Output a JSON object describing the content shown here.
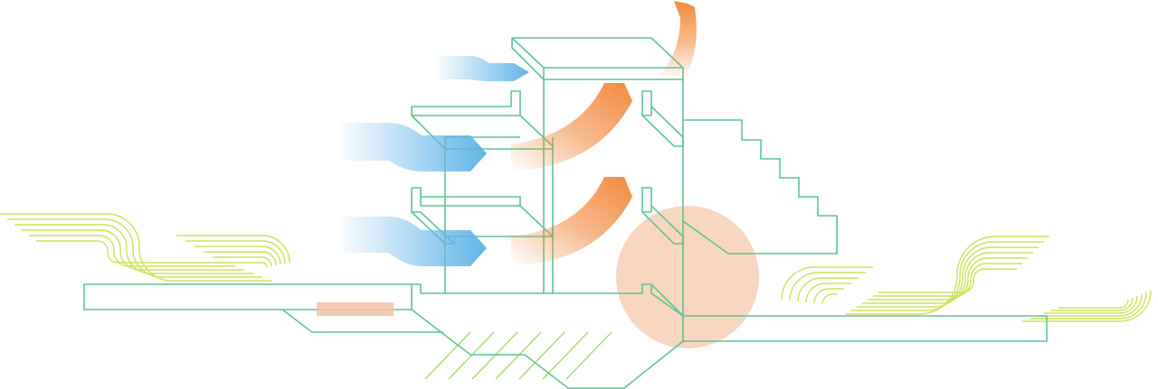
{
  "colors": {
    "structure": "#5cc497",
    "wave": "#cfe05a",
    "hatch": "#9fd86a",
    "cool_air": "#62b4e8",
    "warm_air": "#f28a3e",
    "sun": "#f2b48a",
    "slab_accent": "#f2c2a0",
    "background": "#ffffff"
  },
  "elements": {
    "cool_air_arrows": 3,
    "warm_air_flows": 3,
    "wave_groups": 4
  }
}
